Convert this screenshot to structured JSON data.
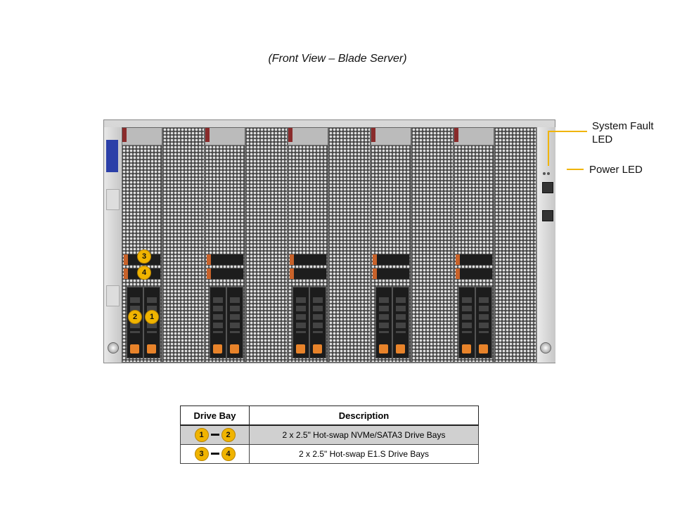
{
  "caption": "(Front View – Blade Server)",
  "callouts": {
    "system_fault_led": "System Fault LED",
    "power_led": "Power LED"
  },
  "badges": {
    "b1": "1",
    "b2": "2",
    "b3": "3",
    "b4": "4"
  },
  "table": {
    "headers": [
      "Drive Bay",
      "Description"
    ],
    "rows": [
      {
        "from": "1",
        "to": "2",
        "description": "2 x 2.5\" Hot-swap NVMe/SATA3 Drive  Bays"
      },
      {
        "from": "3",
        "to": "4",
        "description": "2 x 2.5\" Hot-swap E1.S Drive  Bays"
      }
    ]
  },
  "colors": {
    "badge": "#f0b400",
    "callout_line": "#f0b400",
    "drive_button": "#e8832a"
  }
}
